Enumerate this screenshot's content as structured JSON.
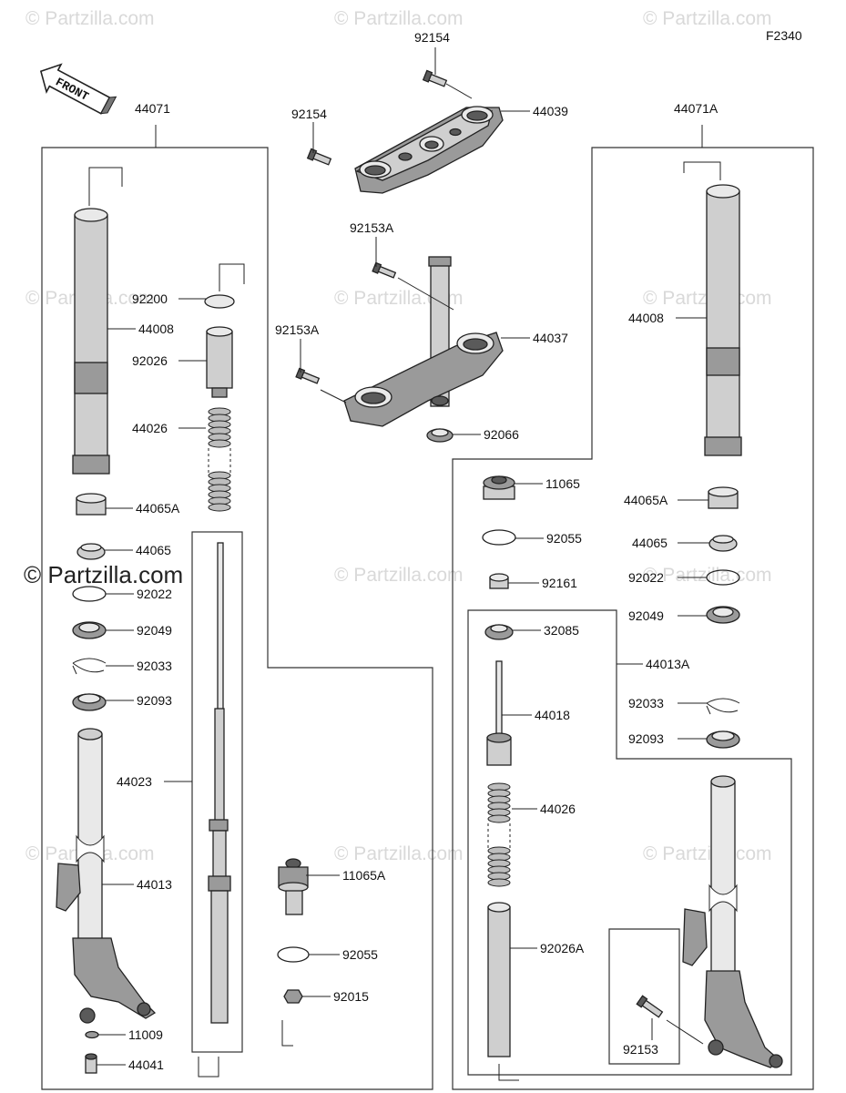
{
  "diagram": {
    "code": "F2340",
    "front_label": "FRONT",
    "watermark": "© Partzilla.com",
    "watermark_brand": "© Partzilla.com",
    "callouts": {
      "p92154_top": "92154",
      "p92154_left": "92154",
      "p44039": "44039",
      "p44071": "44071",
      "p44071A": "44071A",
      "p92153A_top": "92153A",
      "p92153A_left": "92153A",
      "p44037": "44037",
      "p92066": "92066",
      "p92200": "92200",
      "p44008_left": "44008",
      "p92026": "92026",
      "p44026_left": "44026",
      "p44065A_left": "44065A",
      "p44065_left": "44065",
      "p92022_left": "92022",
      "p92049_left": "92049",
      "p92033_left": "92033",
      "p92093_left": "92093",
      "p44023": "44023",
      "p44013": "44013",
      "p11009": "11009",
      "p44041": "44041",
      "p11065A": "11065A",
      "p92055_lower": "92055",
      "p92015": "92015",
      "p11065": "11065",
      "p92055_right": "92055",
      "p92161": "92161",
      "p32085": "32085",
      "p44013A": "44013A",
      "p44018": "44018",
      "p44026_right": "44026",
      "p92026A": "92026A",
      "p92153": "92153",
      "p44008_right": "44008",
      "p44065A_right": "44065A",
      "p44065_right": "44065",
      "p92022_right": "92022",
      "p92049_right": "92049",
      "p92033_right": "92033",
      "p92093_right": "92093"
    }
  }
}
